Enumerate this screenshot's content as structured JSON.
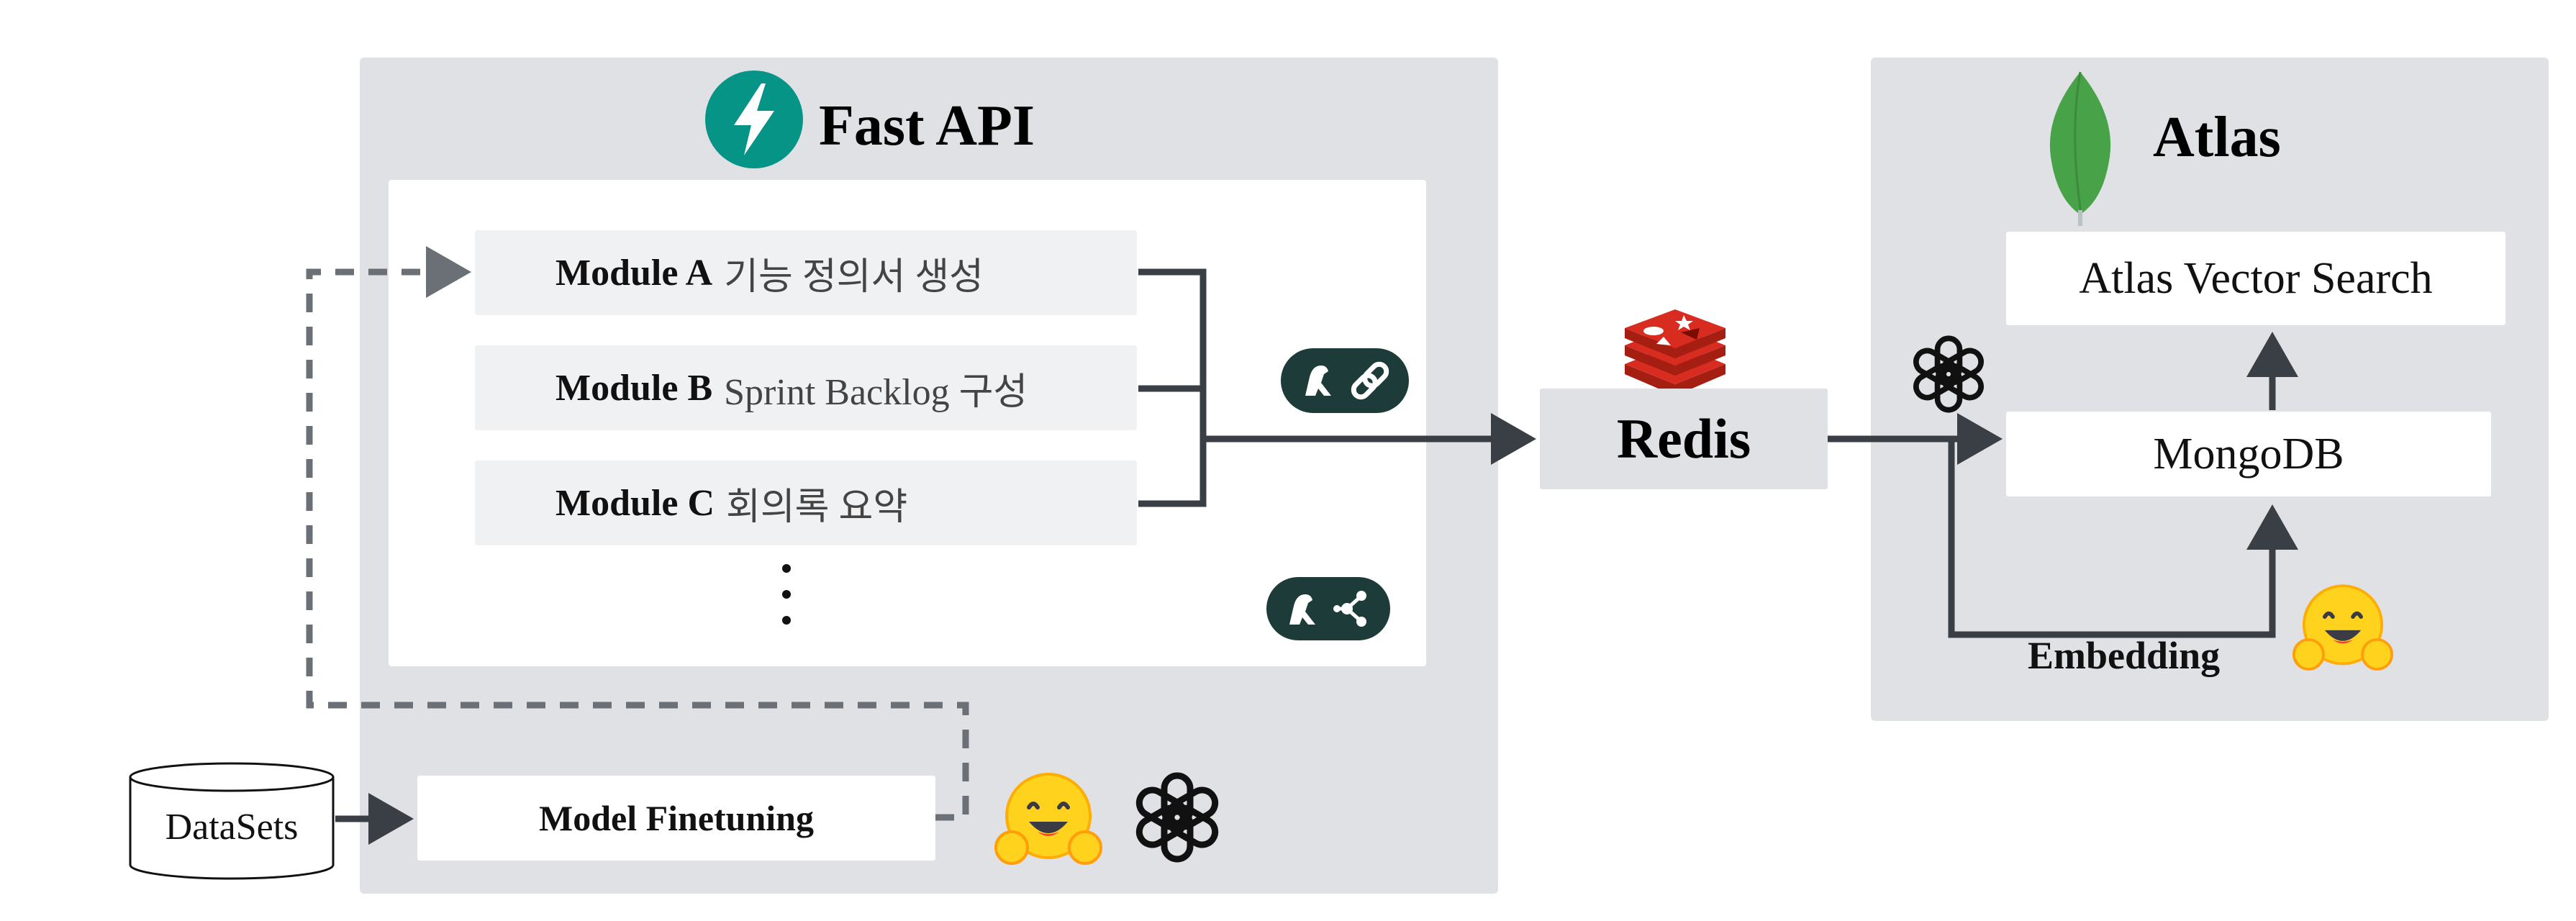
{
  "fastapi": {
    "title": "Fast API",
    "modules": [
      {
        "name": "Module A",
        "desc": "기능 정의서 생성"
      },
      {
        "name": "Module B",
        "desc": "Sprint Backlog 구성"
      },
      {
        "name": "Module C",
        "desc": "회의록 요약"
      }
    ],
    "finetune_label": "Model Finetuning"
  },
  "datasets_label": "DataSets",
  "redis_label": "Redis",
  "atlas": {
    "title": "Atlas",
    "vector_search_label": "Atlas Vector Search",
    "mongodb_label": "MongoDB",
    "embedding_label": "Embedding"
  },
  "colors": {
    "panel_bg": "#dfe1e5",
    "module_bg": "#f0f1f3",
    "arrow": "#3a3f45",
    "fastapi_teal": "#059485",
    "redis_red": "#d82c20",
    "mongodb_green": "#47a248",
    "langchain_badge": "#1c3b39",
    "huggingface_yellow": "#ffd21e"
  },
  "icons": [
    "fastapi-icon",
    "redis-icon",
    "mongodb-leaf-icon",
    "openai-icon",
    "huggingface-icon",
    "langchain-icon",
    "langgraph-icon",
    "database-cylinder-icon"
  ]
}
